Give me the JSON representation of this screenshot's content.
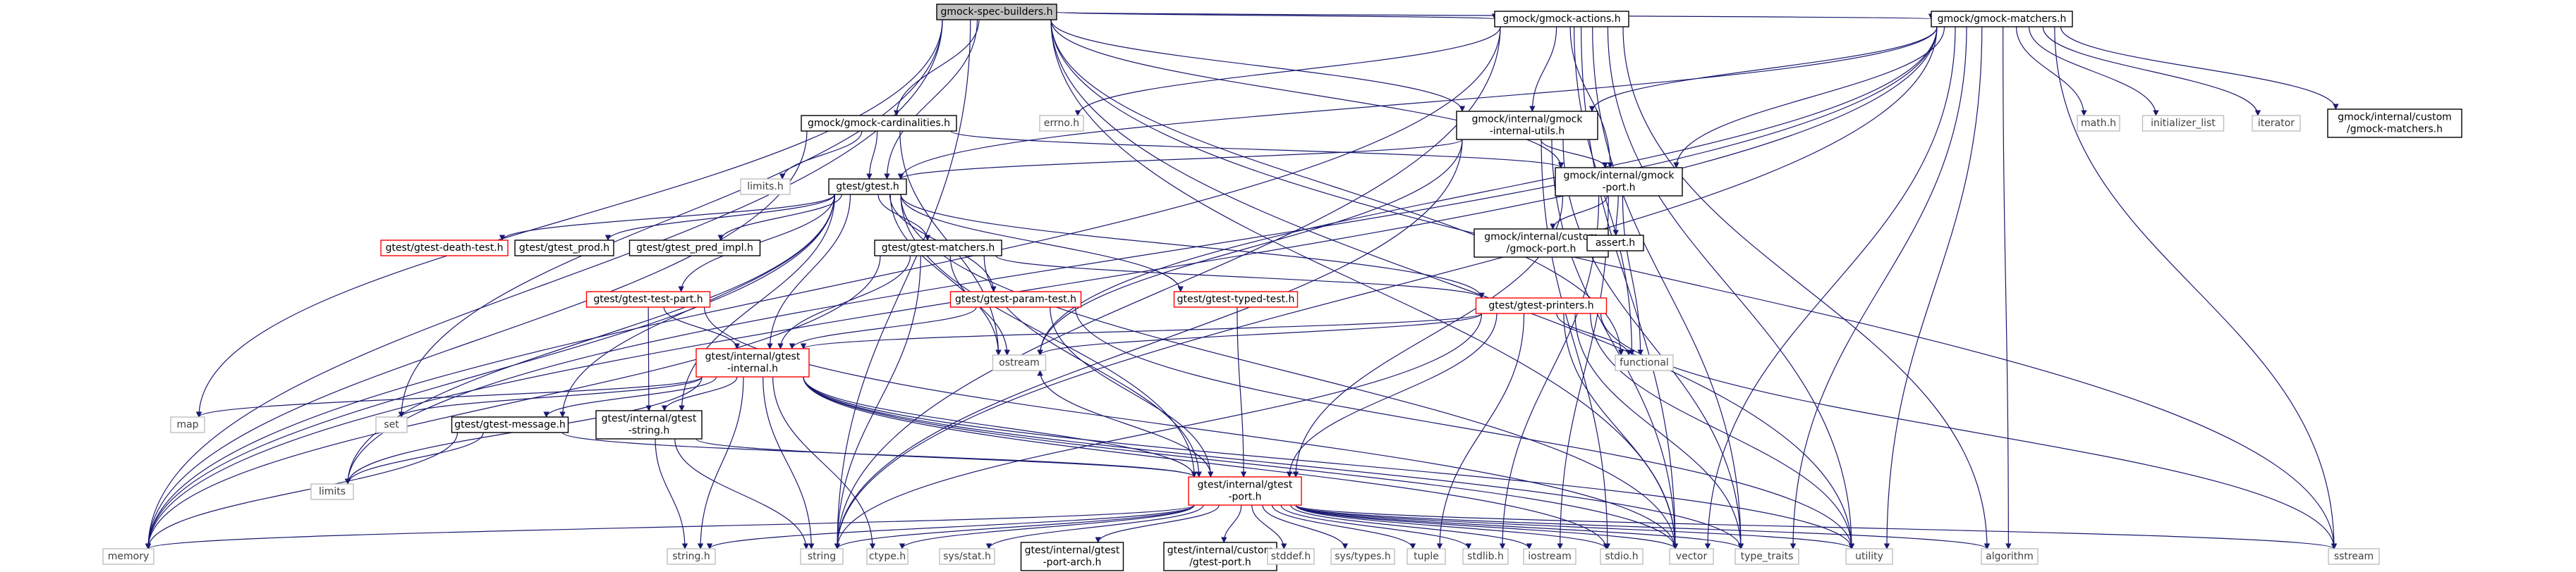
{
  "colors": {
    "edge": "#191970",
    "root_fill": "#bfbfbf",
    "normal_border": "#000000",
    "truncated_border": "#ff0000",
    "system_border": "#bfbfbf",
    "text_normal": "#000000",
    "text_system": "#404040"
  },
  "nodes": [
    {
      "id": "root",
      "label": "gmock-spec-builders.h",
      "kind": "root"
    },
    {
      "id": "actions",
      "label": "gmock/gmock-actions.h",
      "kind": "normal"
    },
    {
      "id": "matchers",
      "label": "gmock/gmock-matchers.h",
      "kind": "normal"
    },
    {
      "id": "cardinalities",
      "label": "gmock/gmock-cardinalities.h",
      "kind": "normal"
    },
    {
      "id": "internal_utils",
      "label": "gmock/internal/gmock\n-internal-utils.h",
      "kind": "normal"
    },
    {
      "id": "gmock_port",
      "label": "gmock/internal/gmock\n-port.h",
      "kind": "normal"
    },
    {
      "id": "gtest",
      "label": "gtest/gtest.h",
      "kind": "normal"
    },
    {
      "id": "gmock_custom_port",
      "label": "gmock/internal/custom\n/gmock-port.h",
      "kind": "normal"
    },
    {
      "id": "gmock_custom_matchers",
      "label": "gmock/internal/custom\n/gmock-matchers.h",
      "kind": "normal"
    },
    {
      "id": "assert",
      "label": "assert.h",
      "kind": "normal"
    },
    {
      "id": "death_test",
      "label": "gtest/gtest-death-test.h",
      "kind": "truncated"
    },
    {
      "id": "gtest_prod",
      "label": "gtest/gtest_prod.h",
      "kind": "normal"
    },
    {
      "id": "pred_impl",
      "label": "gtest/gtest_pred_impl.h",
      "kind": "normal"
    },
    {
      "id": "gtest_matchers",
      "label": "gtest/gtest-matchers.h",
      "kind": "normal"
    },
    {
      "id": "test_part",
      "label": "gtest/gtest-test-part.h",
      "kind": "truncated"
    },
    {
      "id": "param_test",
      "label": "gtest/gtest-param-test.h",
      "kind": "truncated"
    },
    {
      "id": "typed_test",
      "label": "gtest/gtest-typed-test.h",
      "kind": "truncated"
    },
    {
      "id": "printers",
      "label": "gtest/gtest-printers.h",
      "kind": "truncated"
    },
    {
      "id": "gtest_internal",
      "label": "gtest/internal/gtest\n-internal.h",
      "kind": "truncated"
    },
    {
      "id": "gtest_message",
      "label": "gtest/gtest-message.h",
      "kind": "normal"
    },
    {
      "id": "gtest_string",
      "label": "gtest/internal/gtest\n-string.h",
      "kind": "normal"
    },
    {
      "id": "gtest_port",
      "label": "gtest/internal/gtest\n-port.h",
      "kind": "truncated"
    },
    {
      "id": "port_arch",
      "label": "gtest/internal/gtest\n-port-arch.h",
      "kind": "normal"
    },
    {
      "id": "gtest_custom_port",
      "label": "gtest/internal/custom\n/gtest-port.h",
      "kind": "normal"
    },
    {
      "id": "errno",
      "label": "errno.h",
      "kind": "system"
    },
    {
      "id": "limits_h",
      "label": "limits.h",
      "kind": "system"
    },
    {
      "id": "math",
      "label": "math.h",
      "kind": "system"
    },
    {
      "id": "initializer_list",
      "label": "initializer_list",
      "kind": "system"
    },
    {
      "id": "iterator",
      "label": "iterator",
      "kind": "system"
    },
    {
      "id": "ostream",
      "label": "ostream",
      "kind": "system"
    },
    {
      "id": "functional",
      "label": "functional",
      "kind": "system"
    },
    {
      "id": "map",
      "label": "map",
      "kind": "system"
    },
    {
      "id": "set",
      "label": "set",
      "kind": "system"
    },
    {
      "id": "limits",
      "label": "limits",
      "kind": "system"
    },
    {
      "id": "memory",
      "label": "memory",
      "kind": "system"
    },
    {
      "id": "string",
      "label": "string",
      "kind": "system"
    },
    {
      "id": "string_h",
      "label": "string.h",
      "kind": "system"
    },
    {
      "id": "ctype",
      "label": "ctype.h",
      "kind": "system"
    },
    {
      "id": "sys_stat",
      "label": "sys/stat.h",
      "kind": "system"
    },
    {
      "id": "stddef",
      "label": "stddef.h",
      "kind": "system"
    },
    {
      "id": "sys_types",
      "label": "sys/types.h",
      "kind": "system"
    },
    {
      "id": "tuple",
      "label": "tuple",
      "kind": "system"
    },
    {
      "id": "stdlib",
      "label": "stdlib.h",
      "kind": "system"
    },
    {
      "id": "iostream",
      "label": "iostream",
      "kind": "system"
    },
    {
      "id": "stdio",
      "label": "stdio.h",
      "kind": "system"
    },
    {
      "id": "vector",
      "label": "vector",
      "kind": "system"
    },
    {
      "id": "type_traits",
      "label": "type_traits",
      "kind": "system"
    },
    {
      "id": "utility",
      "label": "utility",
      "kind": "system"
    },
    {
      "id": "algorithm",
      "label": "algorithm",
      "kind": "system"
    },
    {
      "id": "sstream",
      "label": "sstream",
      "kind": "system"
    }
  ],
  "edges": [
    [
      "root",
      "actions"
    ],
    [
      "root",
      "matchers"
    ],
    [
      "root",
      "cardinalities"
    ],
    [
      "root",
      "internal_utils"
    ],
    [
      "root",
      "gmock_port"
    ],
    [
      "root",
      "gtest"
    ],
    [
      "root",
      "memory"
    ],
    [
      "root",
      "map"
    ],
    [
      "root",
      "set"
    ],
    [
      "root",
      "string"
    ],
    [
      "root",
      "functional"
    ],
    [
      "root",
      "vector"
    ],
    [
      "root",
      "utility"
    ],
    [
      "root",
      "sstream"
    ],
    [
      "actions",
      "errno"
    ],
    [
      "actions",
      "internal_utils"
    ],
    [
      "actions",
      "gmock_port"
    ],
    [
      "actions",
      "functional"
    ],
    [
      "actions",
      "memory"
    ],
    [
      "actions",
      "string"
    ],
    [
      "actions",
      "type_traits"
    ],
    [
      "actions",
      "utility"
    ],
    [
      "actions",
      "vector"
    ],
    [
      "actions",
      "algorithm"
    ],
    [
      "matchers",
      "internal_utils"
    ],
    [
      "matchers",
      "gmock_port"
    ],
    [
      "matchers",
      "gtest"
    ],
    [
      "matchers",
      "math"
    ],
    [
      "matchers",
      "initializer_list"
    ],
    [
      "matchers",
      "iterator"
    ],
    [
      "matchers",
      "gmock_custom_matchers"
    ],
    [
      "matchers",
      "limits"
    ],
    [
      "matchers",
      "memory"
    ],
    [
      "matchers",
      "ostream"
    ],
    [
      "matchers",
      "sstream"
    ],
    [
      "matchers",
      "string"
    ],
    [
      "matchers",
      "type_traits"
    ],
    [
      "matchers",
      "utility"
    ],
    [
      "matchers",
      "vector"
    ],
    [
      "matchers",
      "algorithm"
    ],
    [
      "cardinalities",
      "limits_h"
    ],
    [
      "cardinalities",
      "gtest"
    ],
    [
      "cardinalities",
      "gmock_port"
    ],
    [
      "cardinalities",
      "memory"
    ],
    [
      "cardinalities",
      "ostream"
    ],
    [
      "internal_utils",
      "gmock_port"
    ],
    [
      "internal_utils",
      "gtest"
    ],
    [
      "internal_utils",
      "ostream"
    ],
    [
      "internal_utils",
      "string"
    ],
    [
      "internal_utils",
      "type_traits"
    ],
    [
      "internal_utils",
      "vector"
    ],
    [
      "internal_utils",
      "stdio"
    ],
    [
      "gmock_port",
      "gmock_custom_port"
    ],
    [
      "gmock_port",
      "assert"
    ],
    [
      "gmock_port",
      "gtest_port"
    ],
    [
      "gmock_port",
      "stdlib"
    ],
    [
      "gmock_port",
      "iostream"
    ],
    [
      "gmock_port",
      "functional"
    ],
    [
      "gtest",
      "death_test"
    ],
    [
      "gtest",
      "gtest_prod"
    ],
    [
      "gtest",
      "pred_impl"
    ],
    [
      "gtest",
      "gtest_matchers"
    ],
    [
      "gtest",
      "test_part"
    ],
    [
      "gtest",
      "param_test"
    ],
    [
      "gtest",
      "typed_test"
    ],
    [
      "gtest",
      "printers"
    ],
    [
      "gtest",
      "gtest_internal"
    ],
    [
      "gtest",
      "gtest_message"
    ],
    [
      "gtest",
      "gtest_string"
    ],
    [
      "gtest",
      "gtest_port"
    ],
    [
      "gtest",
      "ostream"
    ],
    [
      "gtest",
      "limits"
    ],
    [
      "gtest",
      "memory"
    ],
    [
      "gtest",
      "vector"
    ],
    [
      "gtest_matchers",
      "gtest_internal"
    ],
    [
      "gtest_matchers",
      "gtest_port"
    ],
    [
      "gtest_matchers",
      "printers"
    ],
    [
      "gtest_matchers",
      "memory"
    ],
    [
      "gtest_matchers",
      "ostream"
    ],
    [
      "gtest_matchers",
      "string"
    ],
    [
      "test_part",
      "gtest_internal"
    ],
    [
      "test_part",
      "gtest_string"
    ],
    [
      "test_part",
      "vector"
    ],
    [
      "param_test",
      "gtest_internal"
    ],
    [
      "param_test",
      "gtest_port"
    ],
    [
      "param_test",
      "utility"
    ],
    [
      "typed_test",
      "gtest_port"
    ],
    [
      "printers",
      "gtest_internal"
    ],
    [
      "printers",
      "gtest_port"
    ],
    [
      "printers",
      "ostream"
    ],
    [
      "printers",
      "sstream"
    ],
    [
      "printers",
      "string"
    ],
    [
      "printers",
      "tuple"
    ],
    [
      "printers",
      "type_traits"
    ],
    [
      "printers",
      "utility"
    ],
    [
      "printers",
      "vector"
    ],
    [
      "printers",
      "functional"
    ],
    [
      "gtest_internal",
      "gtest_port"
    ],
    [
      "gtest_internal",
      "gtest_message"
    ],
    [
      "gtest_internal",
      "gtest_string"
    ],
    [
      "gtest_internal",
      "map"
    ],
    [
      "gtest_internal",
      "set"
    ],
    [
      "gtest_internal",
      "limits"
    ],
    [
      "gtest_internal",
      "string"
    ],
    [
      "gtest_internal",
      "string_h"
    ],
    [
      "gtest_internal",
      "ctype"
    ],
    [
      "gtest_internal",
      "vector"
    ],
    [
      "gtest_internal",
      "type_traits"
    ],
    [
      "gtest_internal",
      "stdio"
    ],
    [
      "gtest_internal",
      "utility"
    ],
    [
      "gtest_message",
      "limits"
    ],
    [
      "gtest_message",
      "memory"
    ],
    [
      "gtest_message",
      "gtest_port"
    ],
    [
      "gtest_string",
      "string_h"
    ],
    [
      "gtest_string",
      "string"
    ],
    [
      "gtest_string",
      "gtest_port"
    ],
    [
      "gtest_port",
      "memory"
    ],
    [
      "gtest_port",
      "string_h"
    ],
    [
      "gtest_port",
      "string"
    ],
    [
      "gtest_port",
      "ctype"
    ],
    [
      "gtest_port",
      "sys_stat"
    ],
    [
      "gtest_port",
      "port_arch"
    ],
    [
      "gtest_port",
      "gtest_custom_port"
    ],
    [
      "gtest_port",
      "stddef"
    ],
    [
      "gtest_port",
      "sys_types"
    ],
    [
      "gtest_port",
      "tuple"
    ],
    [
      "gtest_port",
      "stdlib"
    ],
    [
      "gtest_port",
      "iostream"
    ],
    [
      "gtest_port",
      "stdio"
    ],
    [
      "gtest_port",
      "vector"
    ],
    [
      "gtest_port",
      "type_traits"
    ],
    [
      "gtest_port",
      "utility"
    ],
    [
      "gtest_port",
      "algorithm"
    ],
    [
      "gtest_port",
      "sstream"
    ],
    [
      "gtest_port",
      "ostream"
    ]
  ]
}
